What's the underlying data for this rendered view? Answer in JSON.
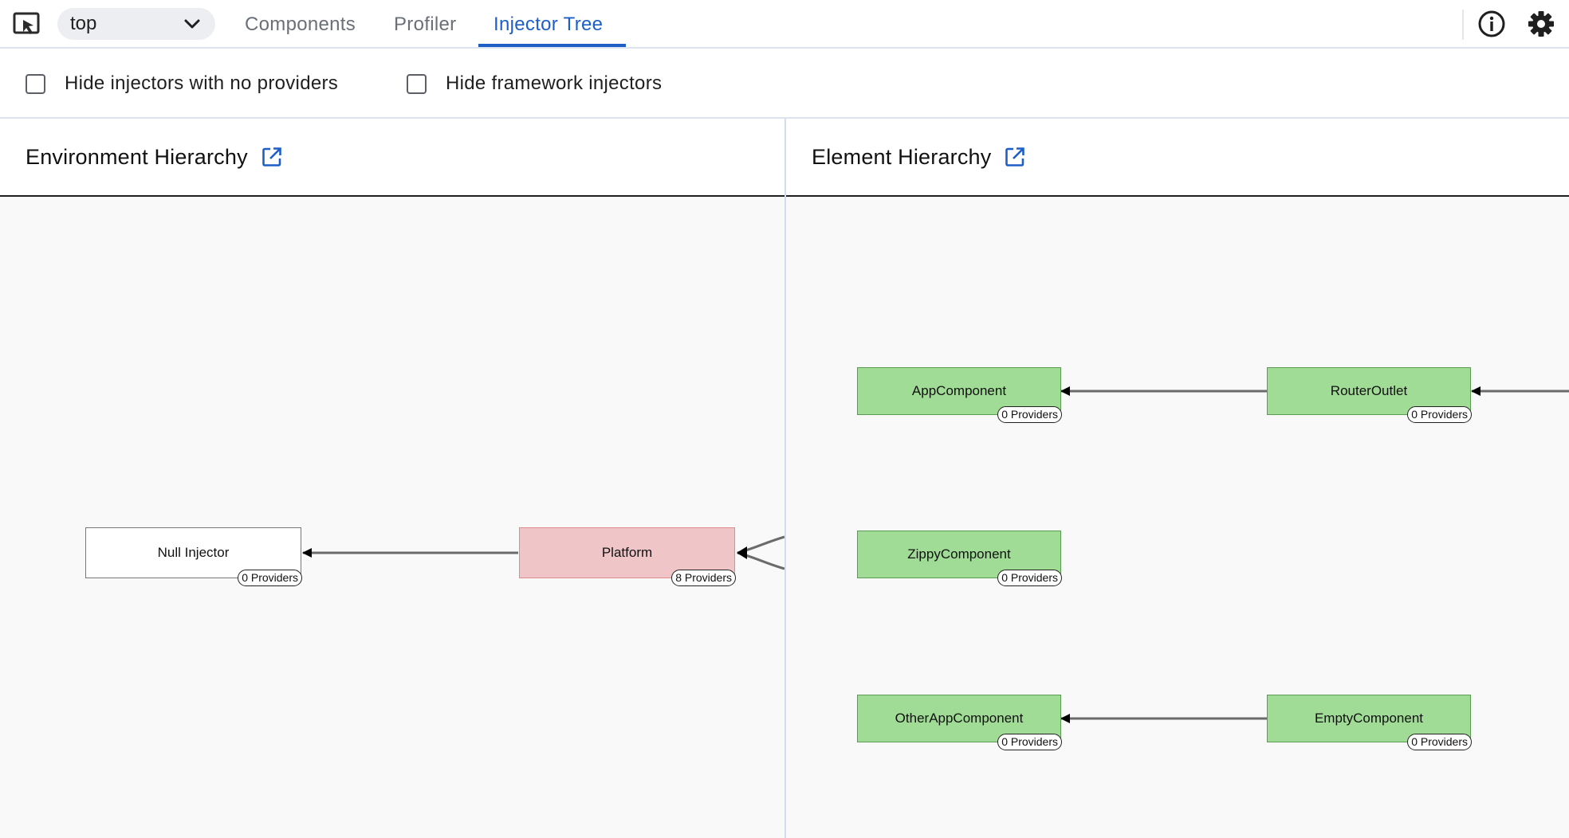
{
  "toolbar": {
    "frame_value": "top",
    "tabs": [
      {
        "label": "Components"
      },
      {
        "label": "Profiler"
      },
      {
        "label": "Injector Tree"
      }
    ],
    "active_tab": "Injector Tree"
  },
  "options": {
    "hide_no_providers_label": "Hide injectors with no providers",
    "hide_no_providers_checked": false,
    "hide_framework_label": "Hide framework injectors",
    "hide_framework_checked": false
  },
  "environment": {
    "title": "Environment Hierarchy",
    "nodes": [
      {
        "label": "Null Injector",
        "providers": "0 Providers",
        "kind": "plain"
      },
      {
        "label": "Platform",
        "providers": "8 Providers",
        "kind": "red"
      }
    ]
  },
  "element": {
    "title": "Element Hierarchy",
    "nodes": [
      {
        "label": "AppComponent",
        "providers": "0 Providers"
      },
      {
        "label": "RouterOutlet",
        "providers": "0 Providers"
      },
      {
        "label": "ZippyComponent",
        "providers": "0 Providers"
      },
      {
        "label": "OtherAppComponent",
        "providers": "0 Providers"
      },
      {
        "label": "EmptyComponent",
        "providers": "0 Providers"
      }
    ]
  },
  "colors": {
    "accent": "#1d5fc7",
    "node_green": "#a0dc96",
    "node_red": "#f0c5c7",
    "edge": "#6b6b6b"
  }
}
